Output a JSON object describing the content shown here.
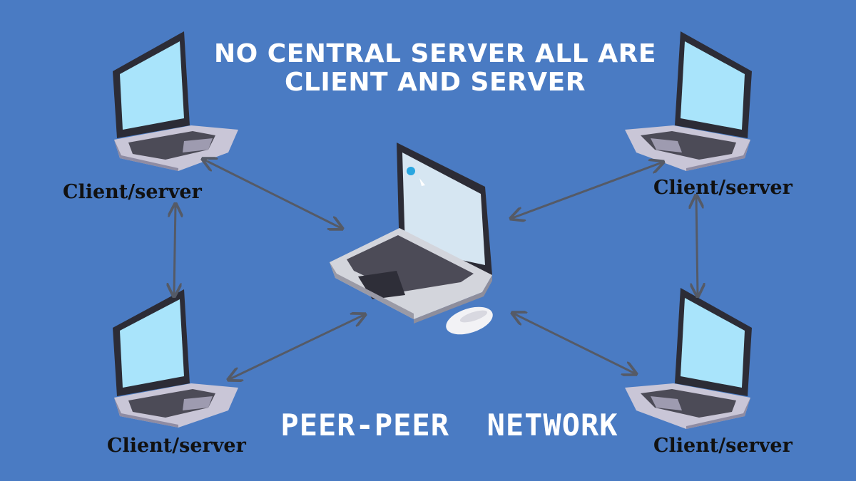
{
  "diagram": {
    "title": "NO CENTRAL SERVER ALL ARE CLIENT AND SERVER",
    "subtitle": "PEER-PEER  NETWORK",
    "nodes": [
      {
        "id": "top-left",
        "label": "Client/server"
      },
      {
        "id": "top-right",
        "label": "Client/server"
      },
      {
        "id": "bottom-left",
        "label": "Client/server"
      },
      {
        "id": "bottom-right",
        "label": "Client/server"
      }
    ],
    "center_node": {
      "icon": "laptop-with-mouse-icon"
    },
    "connections": [
      {
        "from": "top-left",
        "to": "center",
        "style": "double-arrow"
      },
      {
        "from": "top-right",
        "to": "center",
        "style": "double-arrow"
      },
      {
        "from": "bottom-left",
        "to": "center",
        "style": "double-arrow"
      },
      {
        "from": "bottom-right",
        "to": "center",
        "style": "double-arrow"
      },
      {
        "from": "top-left",
        "to": "bottom-left",
        "style": "double-arrow"
      },
      {
        "from": "top-right",
        "to": "bottom-right",
        "style": "double-arrow"
      }
    ],
    "colors": {
      "background": "#4a7bc3",
      "laptop_screen": "#a9e4fb",
      "laptop_body": "#c9c6d7",
      "arrow": "#555a66",
      "title_text": "#ffffff",
      "label_text": "#111111"
    }
  }
}
